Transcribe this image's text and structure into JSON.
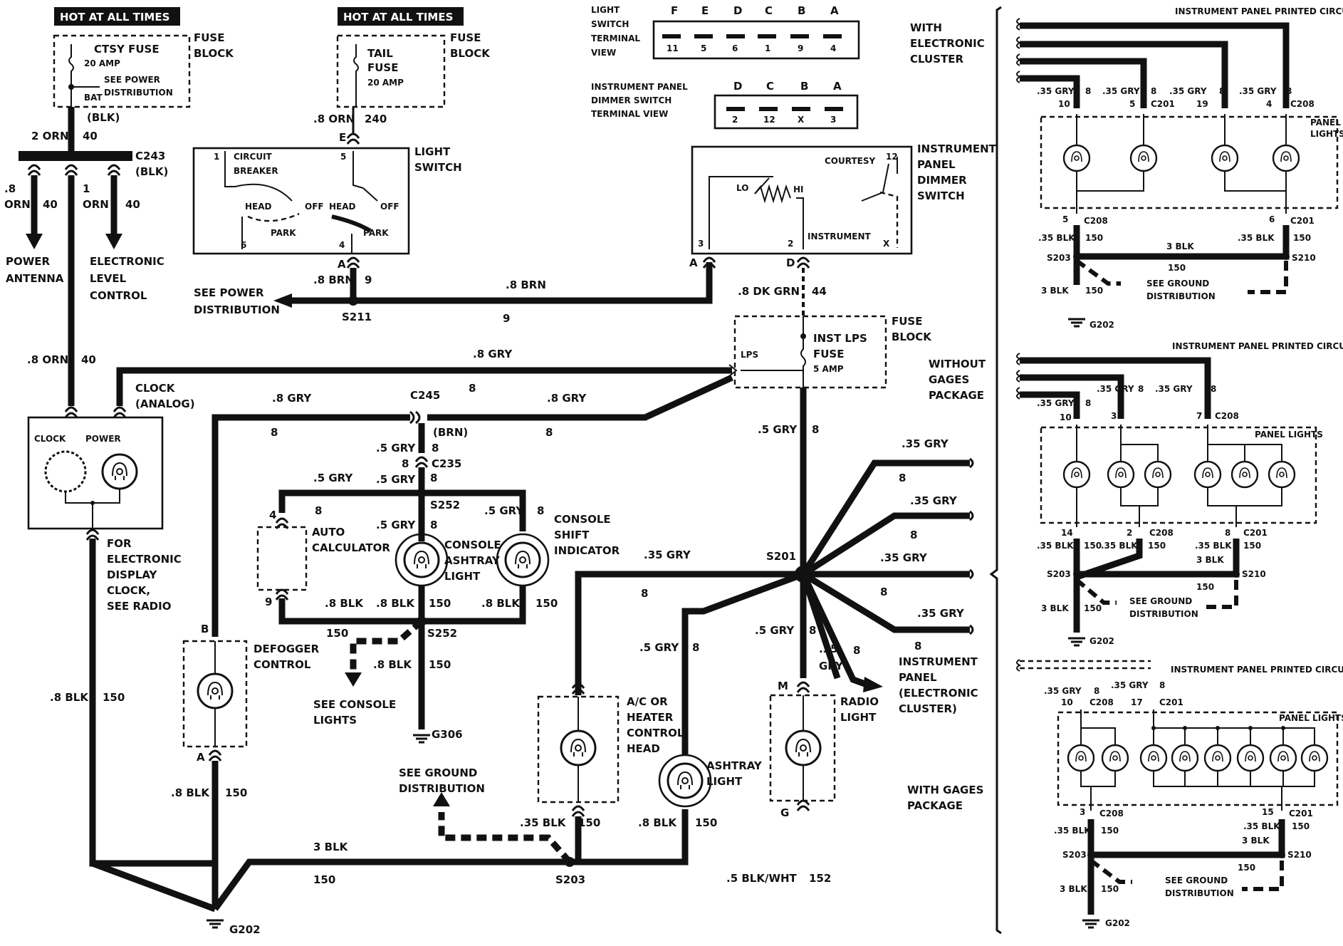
{
  "labels": {
    "hot1": "HOT AT ALL TIMES",
    "hot2": "HOT AT ALL TIMES",
    "fuse_block": "FUSE",
    "fuse_block2": "BLOCK",
    "ctsy_fuse": "CTSY FUSE",
    "amp20": "20 AMP",
    "see_power1": "SEE POWER",
    "see_power2": "DISTRIBUTION",
    "bat": "BAT",
    "blk": "(BLK)",
    "tail": "TAIL",
    "fuse": "FUSE",
    "amp20b": "20 AMP",
    "orn_240a": ".8 ORN",
    "orn_240b": "240",
    "orn_2": "2 ORN",
    "n40": "40",
    "c243": "C243",
    "c243b": "(BLK)",
    "orn_8": ".8",
    "orn_w": "ORN",
    "n40b": "40",
    "n1": "1",
    "orn_w2": "ORN",
    "n40c": "40",
    "power_antenna1": "POWER",
    "power_antenna2": "ANTENNA",
    "elc1": "ELECTRONIC",
    "elc2": "LEVEL",
    "elc3": "CONTROL",
    "orn_40": ".8 ORN",
    "n40d": "40",
    "light_switch1": "LIGHT",
    "light_switch2": "SWITCH",
    "circuit": "CIRCUIT",
    "breaker": "BREAKER",
    "head1": "HEAD",
    "off1": "OFF",
    "head2": "HEAD",
    "off2": "OFF",
    "park1": "PARK",
    "park2": "PARK",
    "ls_e": "E",
    "ls_1": "1",
    "ls_5": "5",
    "ls_6": "6",
    "ls_4": "4",
    "ls_a": "A",
    "brn_8": ".8 BRN",
    "n9": "9",
    "see_pd1": "SEE POWER",
    "see_pd2": "DISTRIBUTION",
    "s211": "S211",
    "brn_8b": ".8 BRN",
    "n9b": "9",
    "lst_1": "LIGHT",
    "lst_2": "SWITCH",
    "lst_3": "TERMINAL",
    "lst_4": "VIEW",
    "lst_top": [
      "F",
      "E",
      "D",
      "C",
      "B",
      "A"
    ],
    "lst_bot": [
      "11",
      "5",
      "6",
      "1",
      "9",
      "4"
    ],
    "with_ec1": "WITH",
    "with_ec2": "ELECTRONIC",
    "with_ec3": "CLUSTER",
    "ipd_1": "INSTRUMENT PANEL",
    "ipd_2": "DIMMER SWITCH",
    "ipd_3": "TERMINAL VIEW",
    "ipd_top": [
      "D",
      "C",
      "B",
      "A"
    ],
    "ipd_bot": [
      "2",
      "12",
      "X",
      "3"
    ],
    "ipds1": "INSTRUMENT",
    "ipds2": "PANEL",
    "ipds3": "DIMMER",
    "ipds4": "SWITCH",
    "courtesy": "COURTESY",
    "n12": "12",
    "lo": "LO",
    "hi": "HI",
    "instrument": "INSTRUMENT",
    "ds_3": "3",
    "ds_2": "2",
    "ds_x": "X",
    "ds_a": "A",
    "ds_d": "D",
    "dkgrn": ".8 DK GRN",
    "n44": "44",
    "fb_fuse": "FUSE",
    "fb_block": "BLOCK",
    "lps": "LPS",
    "inst_lps": "INST LPS",
    "fuse2": "FUSE",
    "amp5": "5 AMP",
    "without1": "WITHOUT",
    "without2": "GAGES",
    "without3": "PACKAGE",
    "gry8_top": ".8 GRY",
    "n8_top": "8",
    "clock1": "CLOCK",
    "clock2": "(ANALOG)",
    "clock_in": "CLOCK",
    "power_in": "POWER",
    "gry8_c": ".8 GRY",
    "n8_c": "8",
    "c245": "C245",
    "brn_p": "(BRN)",
    "gry8_r": ".8 GRY",
    "n8_r": "8",
    "gry5_a": ".5 GRY",
    "n8_a": "8",
    "n8_b": "8",
    "c235": "C235",
    "gry5_b": ".5 GRY",
    "gry5_c": ".5 GRY",
    "n8_d": "8",
    "n8_e": "8",
    "s252a": "S252",
    "gry5_d": ".5 GRY",
    "n8_f": "8",
    "n8_g": "8",
    "n4": "4",
    "auto1": "AUTO",
    "auto2": "CALCULATOR",
    "gry5_e": ".5 GRY",
    "n8_h": "8",
    "cal1": "CONSOLE",
    "cal2": "ASHTRAY",
    "cal3": "LIGHT",
    "csi1": "CONSOLE",
    "csi2": "SHIFT",
    "csi3": "INDICATOR",
    "n9c": "9",
    "blk_8a": ".8 BLK",
    "blk_8b": ".8 BLK",
    "n150a": "150",
    "blk_8c": ".8 BLK",
    "n150b": "150",
    "n150c": "150",
    "s252b": "S252",
    "blk_8d": ".8 BLK",
    "n150d": "150",
    "see_cl1": "SEE CONSOLE",
    "see_cl2": "LIGHTS",
    "g306": "G306",
    "gry5_f": ".5 GRY",
    "n8_i": "8",
    "gry35_a": ".35 GRY",
    "n8_j": "8",
    "gry35_b": ".35 GRY",
    "n8_k": "8",
    "gry35_c": ".35 GRY",
    "n8_l": "8",
    "gry35_d": ".35 GRY",
    "n8_m": "8",
    "gry35_e": ".35 GRY",
    "n8_n": "8",
    "s201": "S201",
    "ip_ec1": "INSTRUMENT",
    "ip_ec2": "PANEL",
    "ip_ec3": "(ELECTRONIC",
    "ip_ec4": "CLUSTER)",
    "gry5_g": ".5 GRY",
    "n8_o": "8",
    "gry5_h": ".5 GRY",
    "n8_p": "8",
    "gry35_f": ".35",
    "gry35_f2": "GRY",
    "n8_q": "8",
    "radio1": "RADIO",
    "radio2": "LIGHT",
    "m": "M",
    "g": "G",
    "fedc1": "FOR",
    "fedc2": "ELECTRONIC",
    "fedc3": "DISPLAY",
    "fedc4": "CLOCK,",
    "fedc5": "SEE RADIO",
    "b": "B",
    "a": "A",
    "defog1": "DEFOGGER",
    "defog2": "CONTROL",
    "blk_8e": ".8 BLK",
    "n150e": "150",
    "blk_8f": ".8 BLK",
    "n150f": "150",
    "ac1": "A/C OR",
    "ac2": "HEATER",
    "ac3": "CONTROL",
    "ac4": "HEAD",
    "ash1": "ASHTRAY",
    "ash2": "LIGHT",
    "see_gd1": "SEE GROUND",
    "see_gd2": "DISTRIBUTION",
    "blk35": ".35 BLK",
    "n150g": "150",
    "blk_8g": ".8 BLK",
    "n150h": "150",
    "blk3": "3 BLK",
    "n150i": "150",
    "s203": "S203",
    "blkwht": ".5 BLK/WHT",
    "n152": "152",
    "g202": "G202",
    "wgp1": "WITH GAGES",
    "wgp2": "PACKAGE"
  },
  "inset1": {
    "title": "INSTRUMENT PANEL PRINTED CIRCUIT",
    "gry": [
      ".35 GRY",
      ".35 GRY",
      ".35 GRY",
      ".35 GRY"
    ],
    "n8": [
      "8",
      "8",
      "8",
      "8"
    ],
    "pins": [
      "10",
      "5",
      "19",
      "4"
    ],
    "c201": "C201",
    "c208": "C208",
    "panel1": "PANEL",
    "panel2": "LIGHTS",
    "p5": "5",
    "p6": "6",
    "c208b": "C208",
    "c201b": "C201",
    "blk_a": ".35 BLK",
    "n150a": "150",
    "blk3": "3 BLK",
    "blk_b": ".35 BLK",
    "n150b": "150",
    "s203": "S203",
    "n150c": "150",
    "s210": "S210",
    "blk3b": "3 BLK",
    "n150d": "150",
    "see1": "SEE GROUND",
    "see2": "DISTRIBUTION",
    "g202": "G202"
  },
  "inset2": {
    "title": "INSTRUMENT PANEL PRINTED CIRCUIT",
    "gry": [
      ".35 GRY",
      ".35 GRY",
      ".35 GRY"
    ],
    "n8": [
      "8",
      "8",
      "8"
    ],
    "pins": [
      "10",
      "3",
      "7"
    ],
    "c208": "C208",
    "panel": "PANEL LIGHTS",
    "p14": "14",
    "p2": "2",
    "c208b": "C208",
    "p8": "8",
    "c201": "C201",
    "blk_a": ".35 BLK",
    "n150a": "150",
    "blk_b": ".35 BLK",
    "n150b": "150",
    "blk_c": ".35 BLK",
    "n150c": "150",
    "blk3": "3 BLK",
    "s203": "S203",
    "s210": "S210",
    "n150d": "150",
    "blk3b": "3 BLK",
    "n150e": "150",
    "see1": "SEE GROUND",
    "see2": "DISTRIBUTION",
    "g202": "G202"
  },
  "inset3": {
    "title": "INSTRUMENT PANEL PRINTED CIRCUIT",
    "gry_a": ".35 GRY",
    "n8_a": "8",
    "gry_b": ".35 GRY",
    "n8_b": "8",
    "p10": "10",
    "c208": "C208",
    "p17": "17",
    "c201": "C201",
    "panel": "PANEL LIGHTS",
    "p3": "3",
    "c208b": "C208",
    "p15": "15",
    "c201b": "C201",
    "blk_a": ".35 BLK",
    "n150a": "150",
    "blk_b": ".35 BLK",
    "n150b": "150",
    "blk3": "3 BLK",
    "s203": "S203",
    "s210": "S210",
    "n150c": "150",
    "blk3b": "3 BLK",
    "n150d": "150",
    "see1": "SEE GROUND",
    "see2": "DISTRIBUTION",
    "g202": "G202"
  }
}
